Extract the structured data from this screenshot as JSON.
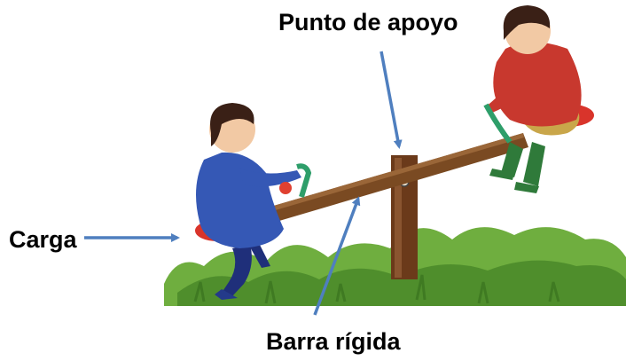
{
  "labels": {
    "fulcrum": "Punto de apoyo",
    "load": "Carga",
    "bar": "Barra rígida"
  },
  "colors": {
    "arrow": "#4f7fbf",
    "bar": "#7a4a22",
    "post": "#6b3a1a",
    "grass": "#5c9a34",
    "girl_dress": "#3558b5",
    "boy_jacket": "#c8382e"
  },
  "illustration": "children-on-seesaw"
}
